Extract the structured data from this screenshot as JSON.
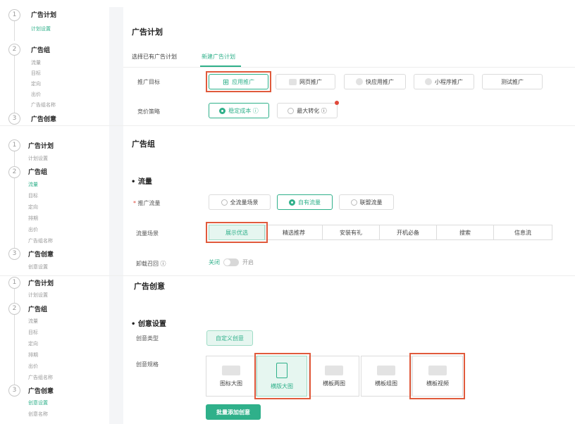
{
  "panel1": {
    "steps": [
      {
        "num": "1",
        "title": "广告计划",
        "subs": [
          "计划设置"
        ],
        "active_sub": 0
      },
      {
        "num": "2",
        "title": "广告组",
        "subs": [
          "流量",
          "目标",
          "定向",
          "出价",
          "广告组名称"
        ]
      },
      {
        "num": "3",
        "title": "广告创意"
      }
    ],
    "title": "广告计划",
    "tabs": [
      "选择已有广告计划",
      "新建广告计划"
    ],
    "promo_label": "推广目标",
    "promo_options": [
      "应用推广",
      "网页推广",
      "快应用推广",
      "小程序推广",
      "测试推广"
    ],
    "bid_label": "竞价策略",
    "bid_options": [
      "稳定成本 ⓘ",
      "最大转化 ⓘ"
    ]
  },
  "panel2": {
    "steps": [
      {
        "num": "1",
        "title": "广告计划",
        "subs": [
          "计划设置"
        ]
      },
      {
        "num": "2",
        "title": "广告组",
        "subs": [
          "流量",
          "目标",
          "定向",
          "排期",
          "出价",
          "广告组名称"
        ],
        "active_sub": 0
      },
      {
        "num": "3",
        "title": "广告创意",
        "subs": [
          "创意设置"
        ]
      }
    ],
    "title": "广告组",
    "section": "流量",
    "traffic_label": "推广流量",
    "traffic_options": [
      "全流量场景",
      "自有流量",
      "联盟流量"
    ],
    "scene_label": "流量场景",
    "scene_options": [
      "展示优选",
      "精选推荐",
      "安装有礼",
      "开机必备",
      "搜索",
      "信息流"
    ],
    "recall_label": "卸载召回 ⓘ",
    "toggle_off": "关闭",
    "toggle_on": "开启"
  },
  "panel3": {
    "steps": [
      {
        "num": "1",
        "title": "广告计划",
        "subs": [
          "计划设置"
        ]
      },
      {
        "num": "2",
        "title": "广告组",
        "subs": [
          "流量",
          "目标",
          "定向",
          "排期",
          "出价",
          "广告组名称"
        ]
      },
      {
        "num": "3",
        "title": "广告创意",
        "subs": [
          "创意设置",
          "创意名称"
        ],
        "active_sub": 0
      }
    ],
    "title": "广告创意",
    "section": "创意设置",
    "type_label": "创意类型",
    "type_value": "自定义创意",
    "spec_label": "创意规格",
    "spec_options": [
      "图标大图",
      "横版大图",
      "横板两图",
      "横板组图",
      "横板视频"
    ],
    "submit": "批量添加创意"
  },
  "colors": {
    "accent": "#2fb08a",
    "highlight": "#e05a3c"
  }
}
